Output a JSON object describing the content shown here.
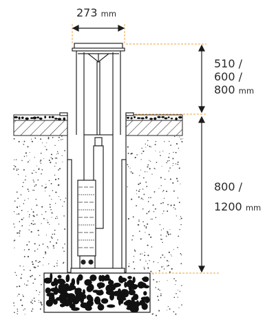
{
  "dimensions": {
    "width": {
      "value": "273",
      "unit": "mm"
    },
    "height_above": {
      "line1": "510 /",
      "line2": "600 /",
      "line3": "800",
      "unit": "mm"
    },
    "depth_below": {
      "line1": "800 /",
      "line2": "1200",
      "unit": "mm"
    }
  },
  "colors": {
    "line": "#1c1c1c",
    "guide": "#f2a13a",
    "soil_dots": "#444444",
    "stone": "#111111"
  }
}
